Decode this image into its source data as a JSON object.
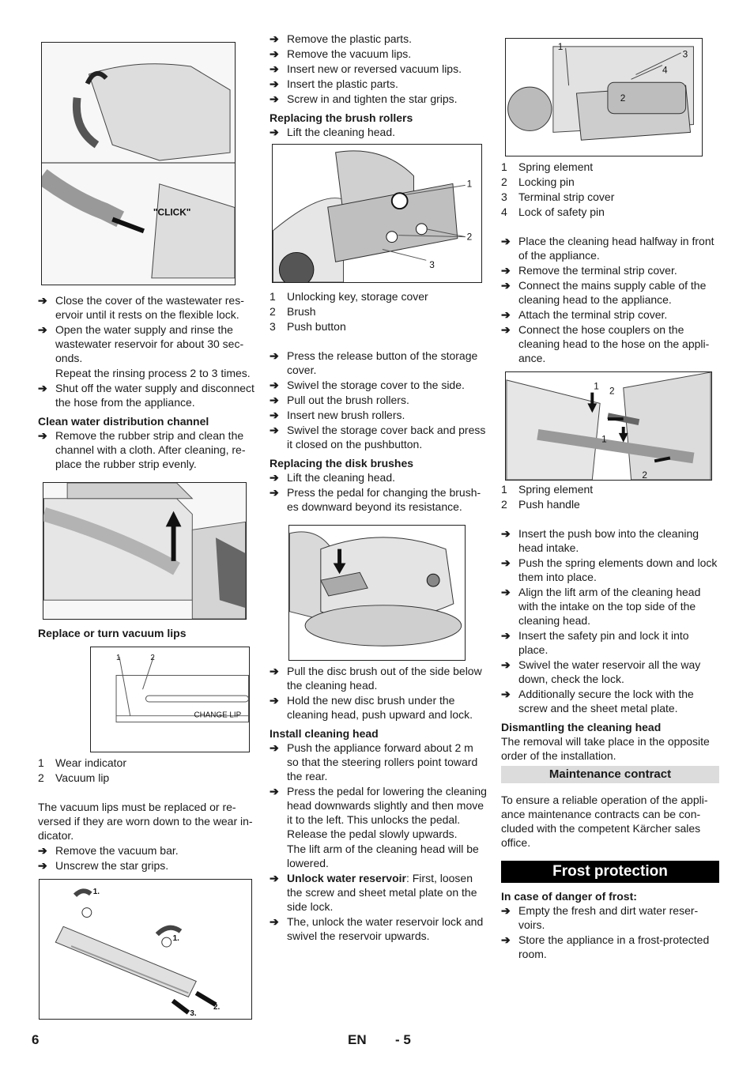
{
  "col1": {
    "steps_a": [
      "Close the cover of the wastewater res­ervoir until it rests on the flexible lock.",
      "Open the water supply and rinse the wastewater reservoir for about 30 sec­onds."
    ],
    "note_a": "Repeat the rinsing process 2 to 3 times.",
    "steps_b": [
      "Shut off the water supply and discon­nect the hose from the appliance."
    ],
    "heading_channel": "Clean water distribution channel",
    "steps_channel": [
      "Remove the rubber strip and clean the channel with a cloth. After cleaning, re­place the rubber strip evenly."
    ],
    "heading_lips": "Replace or turn vacuum lips",
    "fig_lips_labels": [
      "1",
      "2",
      "CHANGE LIP"
    ],
    "legend_lips": [
      {
        "n": "1",
        "t": "Wear indicator"
      },
      {
        "n": "2",
        "t": "Vacuum lip"
      }
    ],
    "para_lips": "The vacuum lips must be replaced or re­versed if they are worn down to the wear in­dicator.",
    "steps_lips": [
      "Remove the vacuum bar.",
      "Unscrew the star grips."
    ],
    "fig_click_label": "\"CLICK\"",
    "fig_grips_labels": [
      "1.",
      "1.",
      "2.",
      "3."
    ]
  },
  "col2": {
    "steps_top": [
      "Remove the plastic parts.",
      "Remove the vacuum lips.",
      "Insert new or reversed vacuum lips.",
      "Insert the plastic parts.",
      "Screw in and tighten the star grips."
    ],
    "heading_rollers": "Replacing the brush rollers",
    "steps_rollers_a": [
      "Lift the cleaning head."
    ],
    "fig_rollers_labels": [
      "1",
      "2",
      "3"
    ],
    "legend_rollers": [
      {
        "n": "1",
        "t": "Unlocking key, storage cover"
      },
      {
        "n": "2",
        "t": "Brush"
      },
      {
        "n": "3",
        "t": "Push button"
      }
    ],
    "steps_rollers_b": [
      "Press the release button of the storage cover.",
      "Swivel the storage cover to the side.",
      "Pull out the brush rollers.",
      "Insert new brush rollers.",
      "Swivel the storage cover back and press it closed on the pushbutton."
    ],
    "heading_disk": "Replacing the disk brushes",
    "steps_disk_a": [
      "Lift the cleaning head.",
      "Press the pedal for changing the brush­es downward beyond its resistance."
    ],
    "steps_disk_b": [
      "Pull the disc brush out of the side below the cleaning head.",
      "Hold the new disc brush under the cleaning head, push upward and lock."
    ],
    "heading_install": "Install cleaning head",
    "steps_install_a": [
      "Push the appliance forward about 2 m so that the steering rollers point toward the rear.",
      "Press the pedal for lowering the clean­ing head downwards slightly and then move it to the left. This unlocks the ped­al. Release the pedal slowly upwards."
    ],
    "note_install": "The lift arm of the cleaning head will be lowered.",
    "step_unlock_bold": "Unlock water reservoir",
    "step_unlock_rest": ": First, loosen the screw and sheet metal plate on the side lock.",
    "steps_install_b": [
      "The, unlock the water reservoir lock and swivel the reservoir upwards."
    ]
  },
  "col3": {
    "fig_top_labels": [
      "1",
      "3",
      "4",
      "2"
    ],
    "legend_top": [
      {
        "n": "1",
        "t": "Spring element"
      },
      {
        "n": "2",
        "t": "Locking pin"
      },
      {
        "n": "3",
        "t": "Terminal strip cover"
      },
      {
        "n": "4",
        "t": "Lock of safety pin"
      }
    ],
    "steps_a": [
      "Place the cleaning head halfway in front of the appliance.",
      "Remove the terminal strip cover.",
      "Connect the mains supply cable of the cleaning head to the appliance.",
      "Attach the terminal strip cover.",
      "Connect the hose couplers on the cleaning head to the hose on the appli­ance."
    ],
    "fig_mid_labels": [
      "1",
      "2",
      "1",
      "2"
    ],
    "legend_mid": [
      {
        "n": "1",
        "t": "Spring element"
      },
      {
        "n": "2",
        "t": "Push handle"
      }
    ],
    "steps_b": [
      "Insert the push bow into the cleaning head intake.",
      "Push the spring elements down and lock them into place.",
      "Align the lift arm of the cleaning head with the intake on the top side of the cleaning head.",
      "Insert the safety pin and lock it into place.",
      "Swivel the water reservoir all the way down, check the lock.",
      "Additionally secure the lock with the screw and the sheet metal plate."
    ],
    "heading_dismantle": "Dismantling the cleaning head",
    "para_dismantle": "The removal will take place in the opposite order of the installation.",
    "bar_maintenance": "Maintenance contract",
    "para_maintenance": "To ensure a reliable operation of the appli­ance maintenance contracts can be con­cluded with the competent Kärcher sales office.",
    "bar_frost": "Frost protection",
    "heading_frost": "In case of danger of frost:",
    "steps_frost": [
      "Empty the fresh and dirt water reser­voirs.",
      "Store the appliance in a frost-protected room."
    ]
  },
  "footer": {
    "page_number": "6",
    "language": "EN",
    "sub_page": "- 5"
  },
  "icons": {
    "step_arrow": "➔"
  }
}
